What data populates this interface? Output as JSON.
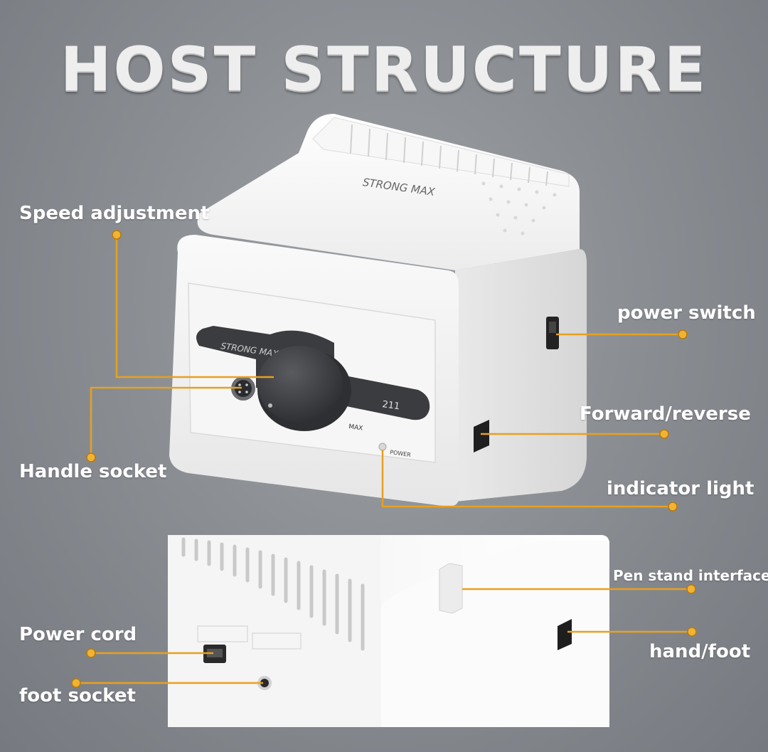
{
  "title": "HOST STRUCTURE",
  "device": {
    "brand_top": "STRONG MAX",
    "brand_panel": "STRONG MAX",
    "model": "211",
    "knob_max": "MAX",
    "power_label": "POWER"
  },
  "callouts": {
    "speed_adjustment": "Speed adjustment",
    "handle_socket": "Handle socket",
    "power_switch": "power switch",
    "forward_reverse": "Forward/reverse",
    "indicator_light": "indicator light",
    "pen_stand_interface": "Pen stand interface",
    "hand_foot": "hand/foot",
    "power_cord": "Power cord",
    "foot_socket": "foot socket"
  },
  "colors": {
    "accent": "#e8a020",
    "body": "#f4f4f4",
    "knob": "#3c3d40"
  }
}
